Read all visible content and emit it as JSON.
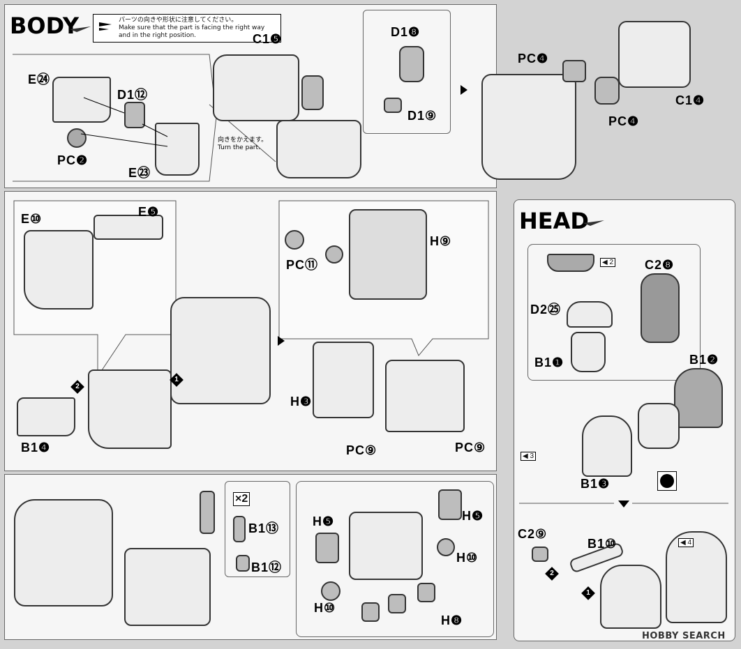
{
  "body_section": {
    "title": "BODY",
    "note_jp": "パーツの向きや形状に注意してください。",
    "note_en": "Make sure that the part is facing the right way and in the right position.",
    "turn_jp": "向きをかえます。",
    "turn_en": "Turn the part."
  },
  "head_section": {
    "title": "HEAD"
  },
  "parts": {
    "e24": "E㉔",
    "d12_a": "D1⑫",
    "pc2": "PC❷",
    "e23": "E㉓",
    "c15": "C1❺",
    "d18": "D1❽",
    "d19": "D1⑨",
    "pc4_a": "PC❹",
    "pc4_b": "PC❹",
    "c14": "C1❹",
    "e10": "E⑩",
    "e5": "E❺",
    "b14": "B1❹",
    "pc11": "PC⑪",
    "h9": "H⑨",
    "h3": "H❸",
    "pc9_a": "PC⑨",
    "pc9_b": "PC⑨",
    "c28": "C2❽",
    "d25": "D2㉕",
    "b11": "B1❶",
    "b12": "B1❷",
    "b13": "B1❸",
    "c29": "C2⑨",
    "b110": "B1⑩",
    "x2": "×2",
    "b113": "B1⑬",
    "b112": "B1⑫",
    "h5_a": "H❺",
    "h5_b": "H❺",
    "h10_a": "H⑩",
    "h10_b": "H⑩",
    "h8": "H❽"
  },
  "steps": {
    "s1": "1",
    "s2": "2"
  },
  "tags": {
    "t2": "2",
    "t3": "3",
    "t4": "4"
  },
  "watermark": "HOBBY SEARCH"
}
